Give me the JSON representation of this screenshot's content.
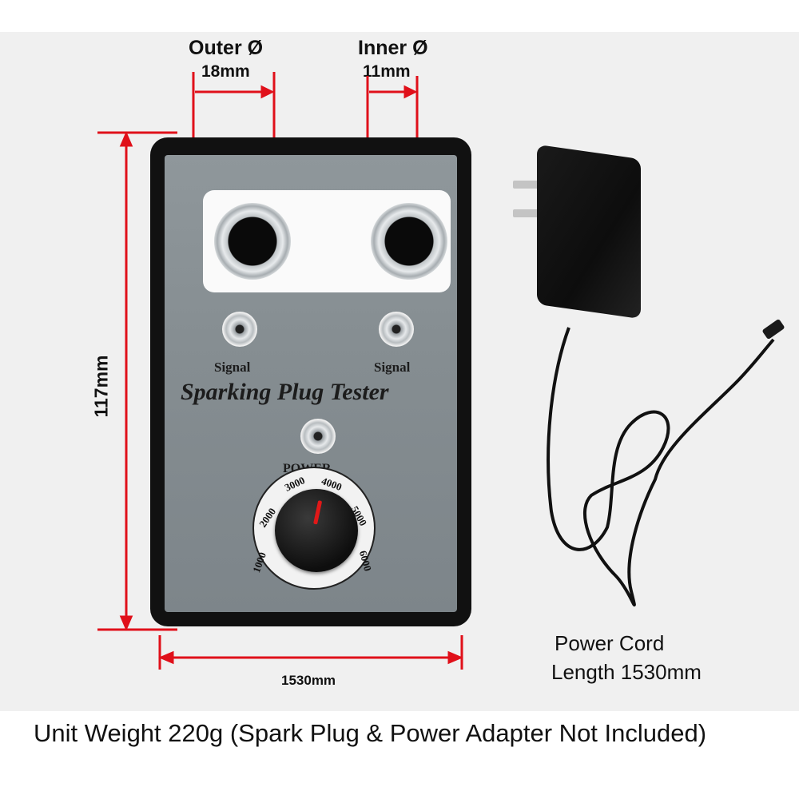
{
  "dimensions": {
    "outer": {
      "label": "Outer Ø",
      "value": "18mm"
    },
    "inner": {
      "label": "Inner Ø",
      "value": "11mm"
    },
    "height": "117mm",
    "width": "1530mm"
  },
  "device": {
    "title": "Sparking Plug Tester",
    "signal_left": "Signal",
    "signal_right": "Signal",
    "power_label": "POWER",
    "dial_ticks": [
      "1000",
      "2000",
      "3000",
      "4000",
      "5000",
      "6000"
    ]
  },
  "power_cord": {
    "line1": "Power Cord",
    "line2": "Length 1530mm"
  },
  "caption": "Unit Weight 220g (Spark Plug & Power Adapter Not Included)",
  "colors": {
    "dimension_line": "#e0101a",
    "panel": "#878f93",
    "case": "#111111"
  }
}
